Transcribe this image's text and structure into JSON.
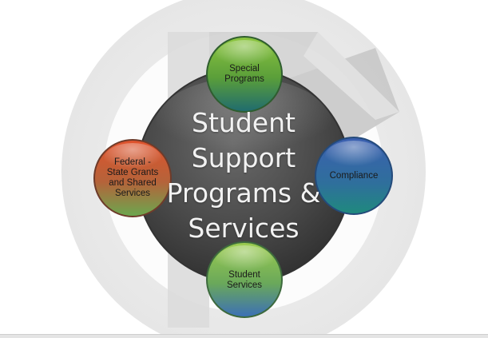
{
  "diagram": {
    "center": {
      "title": "Student\nSupport\nPrograms &\nServices",
      "color": "#4a4a4a"
    },
    "nodes": [
      {
        "id": "special-programs",
        "label": "Special\nPrograms",
        "color_top": "#8dc63f",
        "color_bottom": "#1f6b6f"
      },
      {
        "id": "compliance",
        "label": "Compliance",
        "color_top": "#3b5fb0",
        "color_bottom": "#1f8a7d"
      },
      {
        "id": "student-services",
        "label": "Student\nServices",
        "color_top": "#9ccc4f",
        "color_bottom": "#3b6fb8"
      },
      {
        "id": "federal-state",
        "label": "Federal -\nState Grants\nand Shared\nServices",
        "color_top": "#e0522c",
        "color_bottom": "#6aa84f"
      }
    ]
  }
}
